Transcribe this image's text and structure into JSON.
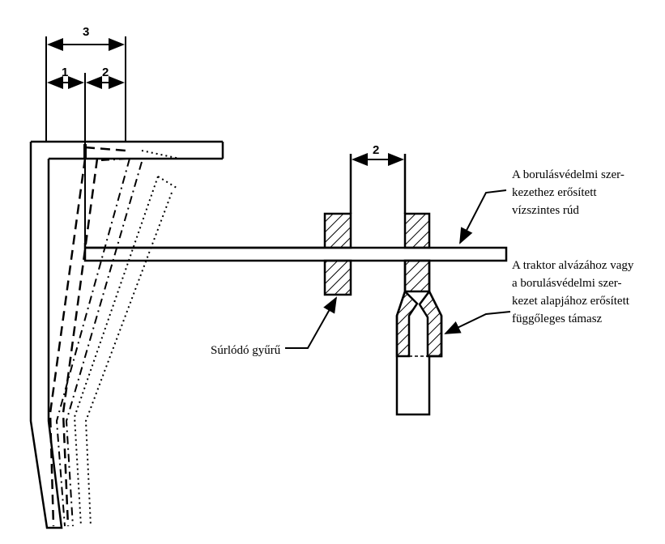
{
  "dimensions": {
    "dim_3": "3",
    "dim_1": "1",
    "dim_2_top": "2",
    "dim_2_right": "2"
  },
  "labels": {
    "horizontal_rod": [
      "A borulásvédelmi szer-",
      "kezethez erősített",
      "vízszintes rúd"
    ],
    "vertical_support": [
      "A traktor alvázához vagy",
      "a borulásvédelmi szer-",
      "kezet alapjához erősített",
      "függőleges támasz"
    ],
    "friction_ring": "Súrlódó gyűrű"
  }
}
